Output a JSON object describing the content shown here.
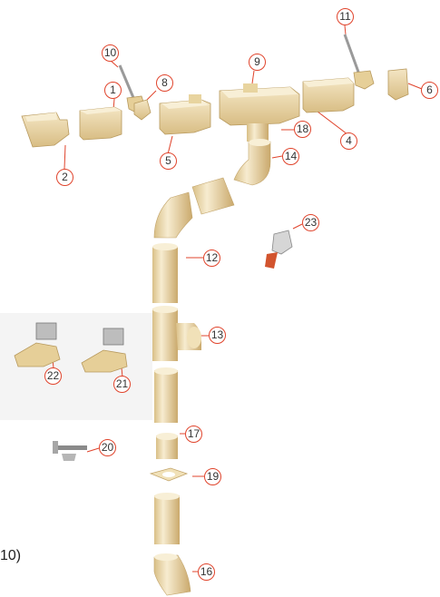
{
  "diagram": {
    "part_numbers": [
      "1",
      "2",
      "4",
      "5",
      "6",
      "8",
      "9",
      "10",
      "11",
      "12",
      "13",
      "14",
      "16",
      "17",
      "18",
      "19",
      "20",
      "21",
      "22",
      "23"
    ],
    "side_label": "10)",
    "colors": {
      "accent": "#e0442c",
      "part_fill": "#ead9ac",
      "part_shade": "#cfb47a",
      "part_light": "#f6ecd0"
    }
  }
}
